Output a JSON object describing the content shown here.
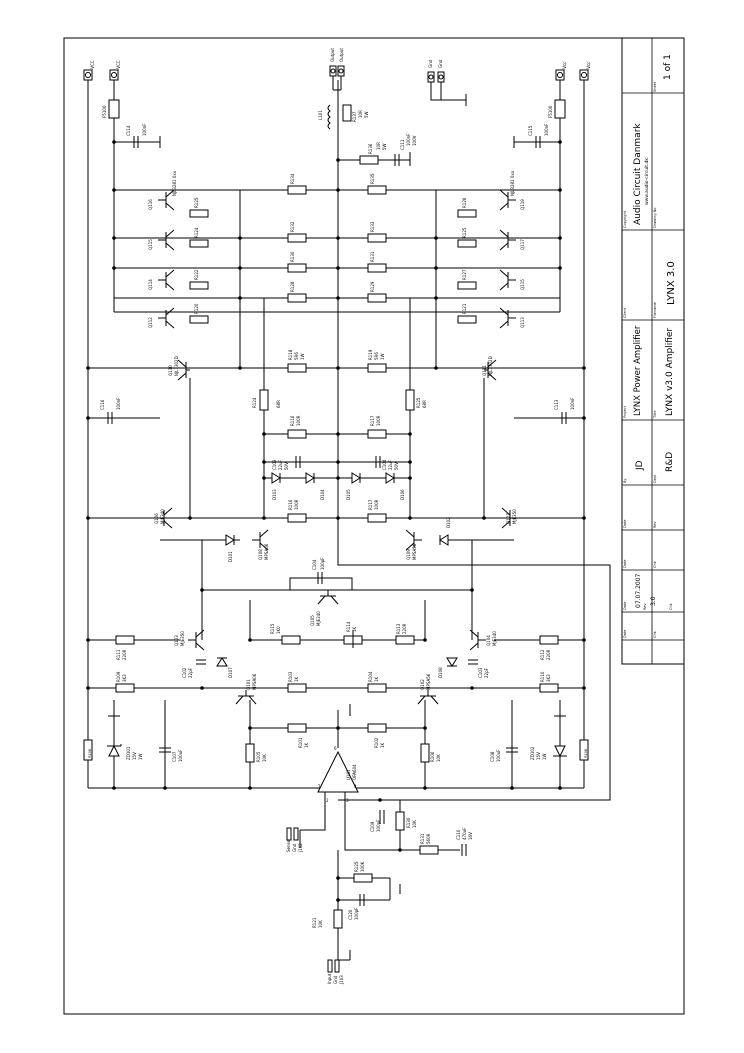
{
  "title_block": {
    "company": "Audio Circuit Danmark",
    "website": "www.audio-circuit.dk",
    "sheet": "1 of 1",
    "drawing_title": "LYNX 3.0",
    "project": "LYNX Power Amplifier",
    "title": "LYNX v3.0 Amplifier",
    "by": "JD",
    "dept": "R&D",
    "date": "07.07.2007",
    "rev": "3.0",
    "labels": {
      "copyright": "Copyright",
      "drawing_no": "Drawing No",
      "sheet": "Sheet",
      "client": "Client",
      "filename": "Filename",
      "project": "Project",
      "title": "Title",
      "by": "By",
      "dept": "Dept",
      "date": "Date",
      "rev": "Rev",
      "chk": "Chk"
    }
  },
  "connectors": {
    "top_left": [
      "-VCC",
      "-VCC"
    ],
    "top_output": [
      "Output",
      "Output"
    ],
    "top_gnd": [
      "Gnd",
      "Gnd"
    ],
    "top_right": [
      "-Vcc",
      "-Vcc"
    ],
    "sense": [
      "Sense",
      "Gnd",
      "J102"
    ],
    "input": [
      "Input",
      "Gnd",
      "J103"
    ]
  },
  "components": {
    "fuse_left": "F5100",
    "fuse_right": "F5100",
    "c_top_left": [
      "C114",
      "100nF"
    ],
    "c_top_right": [
      "C115",
      "100nF"
    ],
    "l101": "L101",
    "r_out": [
      "R137",
      "10R",
      "5W"
    ],
    "r_zobel": [
      "R136",
      "10R",
      "5W"
    ],
    "c111": [
      "C111",
      "100nF",
      "100V"
    ],
    "q_left_out": [
      "Q116",
      "Q115",
      "Q114",
      "Q112"
    ],
    "q_right_out": [
      "Q119",
      "Q117",
      "Q115",
      "Q113"
    ],
    "r_emit_left": [
      "R134",
      "R132",
      "R130",
      "R128"
    ],
    "r_emit_right": [
      "R135",
      "R133",
      "R131",
      "R129"
    ],
    "r_base_left": [
      "R125",
      "R124",
      "R122",
      "R120"
    ],
    "r_base_right": [
      "R126",
      "R125",
      "R127",
      "R121"
    ],
    "njw_left": "NJL3281 0xx",
    "njw_right": "NJL3281 0xx",
    "q110": [
      "Q110",
      "NJL1302D"
    ],
    "q111": [
      "Q111",
      "NJL1302D"
    ],
    "r118": [
      "R118",
      "5R6",
      "1W"
    ],
    "r119": [
      "R119",
      "5R6",
      "1W"
    ],
    "c116": [
      "C116",
      "100nF"
    ],
    "c113": [
      "C113",
      "100nF"
    ],
    "r_drv_left": [
      "R124",
      "68R"
    ],
    "r_drv_right": [
      "R125",
      "68R"
    ],
    "r_bias_l": [
      "R116",
      "100R"
    ],
    "r_bias_r": [
      "R117",
      "100R"
    ],
    "c_bias_l": [
      "C103",
      "22uF",
      "50V"
    ],
    "c_bias_r": [
      "C104",
      "22uF",
      "50V"
    ],
    "d_left": [
      "D103",
      "D104"
    ],
    "d_right": [
      "D105",
      "D106"
    ],
    "r116": [
      "R116",
      "100R"
    ],
    "r117": [
      "R117",
      "100R"
    ],
    "q106": [
      "Q106",
      "MJE340"
    ],
    "q107": [
      "Q107",
      "MJE350"
    ],
    "q108": [
      "Q108",
      "MPSA06"
    ],
    "q109": [
      "Q109",
      "MPSA56"
    ],
    "d101": "D101",
    "d102": "D102",
    "c104": [
      "C104",
      "100pF"
    ],
    "q105": [
      "Q105",
      "MJE340"
    ],
    "r115": [
      "R115",
      "1K0"
    ],
    "r114": [
      "R114",
      "1K"
    ],
    "r113": [
      "R113",
      "220R"
    ],
    "q103": [
      "Q103",
      "MJE350"
    ],
    "q104": [
      "Q104",
      "MJE340"
    ],
    "r111": [
      "R111",
      "220R"
    ],
    "r112": [
      "R112",
      "220R"
    ],
    "c102": [
      "C102",
      "22pF"
    ],
    "c103": [
      "C103",
      "22pF"
    ],
    "d107": "D107",
    "d108": "D108",
    "r109": [
      "R109",
      "3K3"
    ],
    "r110": [
      "R110",
      "3K3"
    ],
    "q101": [
      "Q101",
      "MPSA06"
    ],
    "q102": [
      "Q102",
      "MPSA56"
    ],
    "r103": [
      "R103",
      "1K"
    ],
    "r104": [
      "R104",
      "1K"
    ],
    "r101": [
      "R101",
      "1K"
    ],
    "r102": [
      "R102",
      "1K"
    ],
    "r105": [
      "R105",
      "10K"
    ],
    "r106": [
      "R106",
      "10K"
    ],
    "r108_left": "R108",
    "r108_right": "R108",
    "zd101": [
      "ZD101",
      "15V",
      "1W"
    ],
    "zd102": [
      "ZD102",
      "15V",
      "1W"
    ],
    "c107": [
      "C107",
      "100uF"
    ],
    "c108": [
      "C108",
      "100uF"
    ],
    "u101": [
      "U101",
      "OPA604"
    ],
    "pins": [
      "7",
      "2",
      "3",
      "4",
      "6"
    ],
    "c109": [
      "C109",
      "100pF"
    ],
    "r130": [
      "R130",
      "10K"
    ],
    "r131": [
      "R131",
      "560R"
    ],
    "c110": [
      "C110",
      "470uF",
      "16V"
    ],
    "r125": [
      "R125",
      "100K"
    ],
    "c120": [
      "C120",
      "100pF"
    ],
    "r121": [
      "R121",
      "10K"
    ]
  },
  "colors": {
    "ink": "#000000",
    "paper": "#ffffff"
  }
}
